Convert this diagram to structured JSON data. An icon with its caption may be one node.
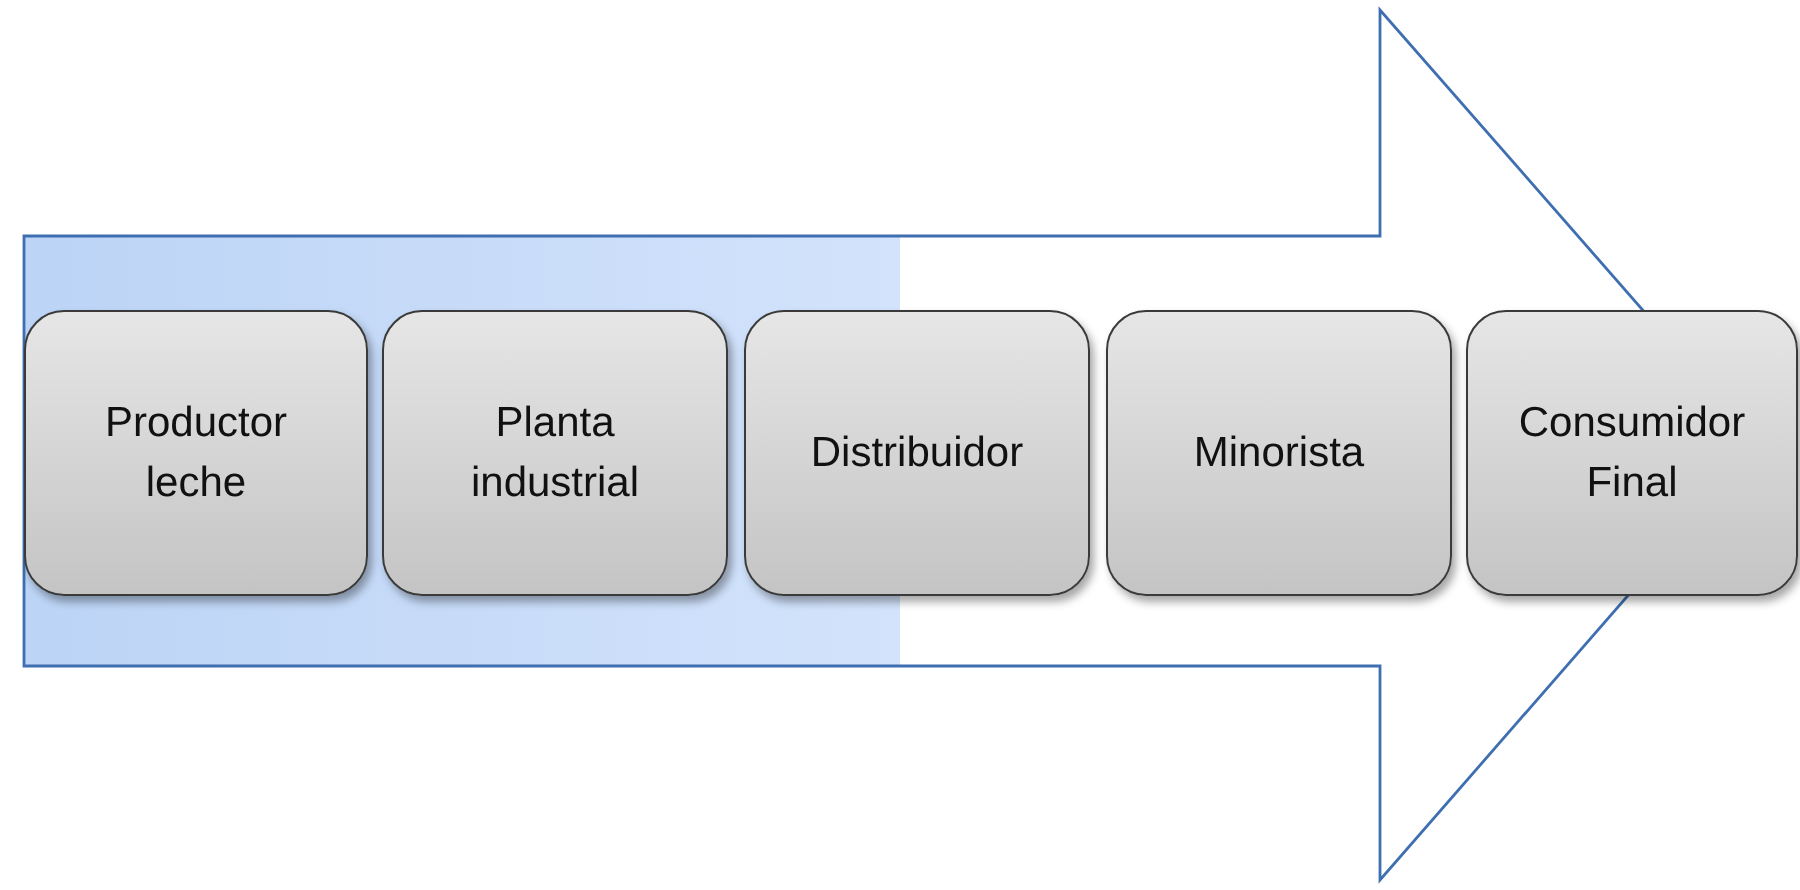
{
  "diagram": {
    "nodes": [
      {
        "text": [
          "Productor leche"
        ]
      },
      {
        "text": [
          "Planta industrial"
        ]
      },
      {
        "text": [
          "Distribuidor"
        ]
      },
      {
        "text": [
          "Minorista"
        ]
      },
      {
        "text": [
          "Consumidor Final"
        ]
      }
    ],
    "edges": [
      {
        "from": 0,
        "to": 4,
        "arrow": "to",
        "style": "thick"
      }
    ]
  }
}
